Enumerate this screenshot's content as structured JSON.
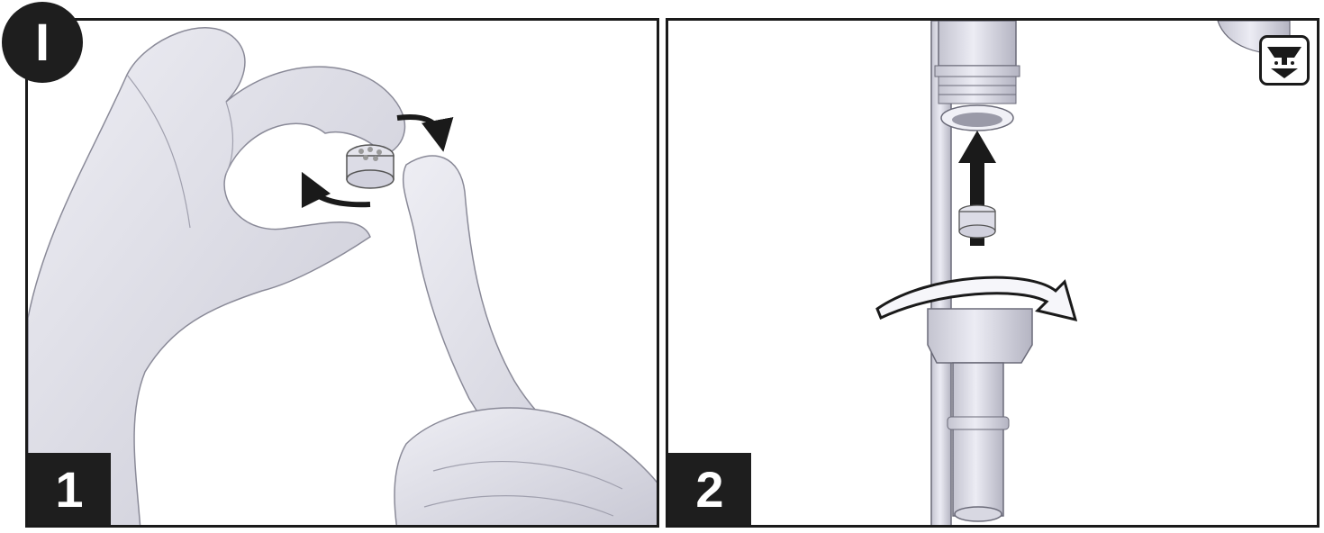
{
  "section": {
    "badge_label": "I"
  },
  "steps": [
    {
      "number_label": "1"
    },
    {
      "number_label": "2"
    }
  ],
  "icons": {
    "mode_icon": "dispense-down-icon",
    "rotate_arrow": "rotate-arrow-icon",
    "vertical_arrow": "double-vertical-arrow-icon"
  },
  "colors": {
    "outline": "#1a1a1a",
    "label_background": "#1e1e1e",
    "part_fill": "#dcdce6"
  }
}
